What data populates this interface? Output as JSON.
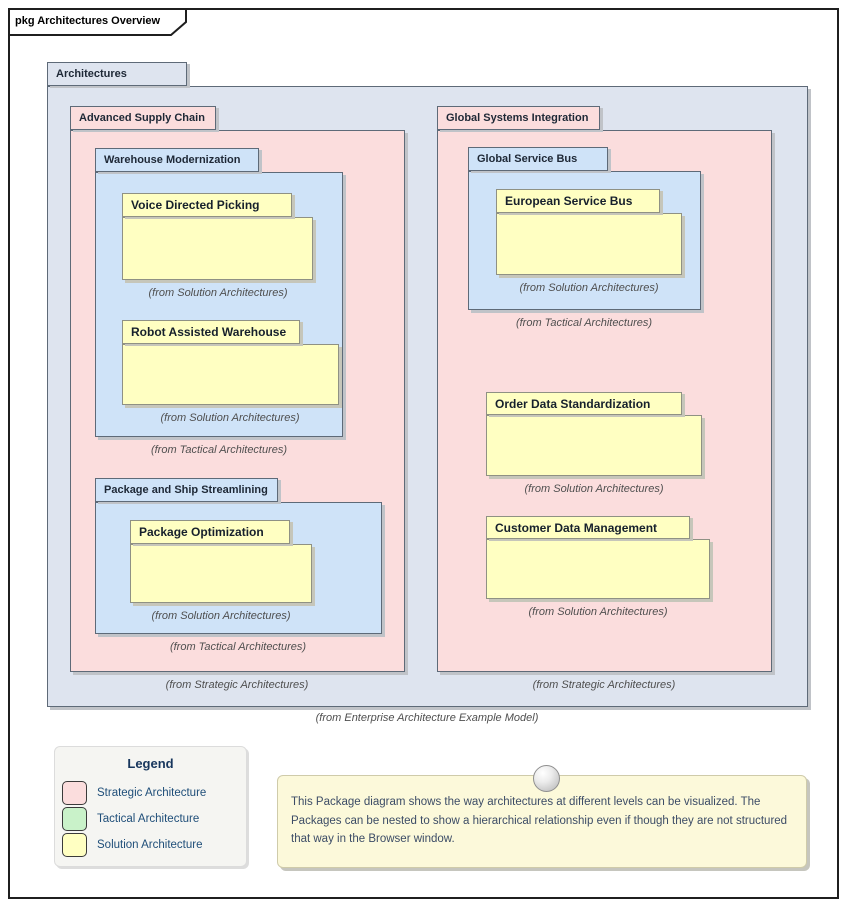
{
  "frame": {
    "title": "pkg Architectures Overview"
  },
  "root_package": {
    "name": "Architectures",
    "from": "(from Enterprise Architecture Example Model)"
  },
  "packages": {
    "advanced_supply_chain": {
      "name": "Advanced Supply Chain",
      "from": "(from Strategic Architectures)"
    },
    "warehouse_modernization": {
      "name": "Warehouse Modernization",
      "from": "(from Tactical Architectures)"
    },
    "voice_directed_picking": {
      "name": "Voice Directed Picking",
      "from": "(from Solution Architectures)"
    },
    "robot_assisted_warehouse": {
      "name": "Robot Assisted Warehouse",
      "from": "(from Solution Architectures)"
    },
    "package_and_ship_streamlining": {
      "name": "Package and Ship Streamlining",
      "from": "(from Tactical Architectures)"
    },
    "package_optimization": {
      "name": "Package Optimization",
      "from": "(from Solution Architectures)"
    },
    "global_systems_integration": {
      "name": "Global Systems Integration",
      "from": "(from Strategic Architectures)"
    },
    "global_service_bus": {
      "name": "Global Service Bus",
      "from": "(from Tactical Architectures)"
    },
    "european_service_bus": {
      "name": "European Service Bus",
      "from": "(from Solution Architectures)"
    },
    "order_data_standardization": {
      "name": "Order Data Standardization",
      "from": "(from Solution Architectures)"
    },
    "customer_data_management": {
      "name": "Customer Data Management",
      "from": "(from Solution Architectures)"
    }
  },
  "legend": {
    "title": "Legend",
    "items": [
      {
        "label": "Strategic Architecture",
        "color": "#fbdddd"
      },
      {
        "label": "Tactical Architecture",
        "color": "#c9f2c9"
      },
      {
        "label": "Solution Architecture",
        "color": "#ffffc2"
      }
    ]
  },
  "note": {
    "text": "This Package diagram shows the way architectures at different levels can be visualized. The Packages can be nested to show a hierarchical relationship even if though they are not structured that way in the Browser window."
  },
  "palette": {
    "strategic_fill": "#fbdddd",
    "tactical_fill": "#cfe3f8",
    "solution_fill": "#ffffc2",
    "root_fill": "#dee4ef",
    "note_fill": "#fcf9da",
    "legend_text": "#1f4e79"
  }
}
